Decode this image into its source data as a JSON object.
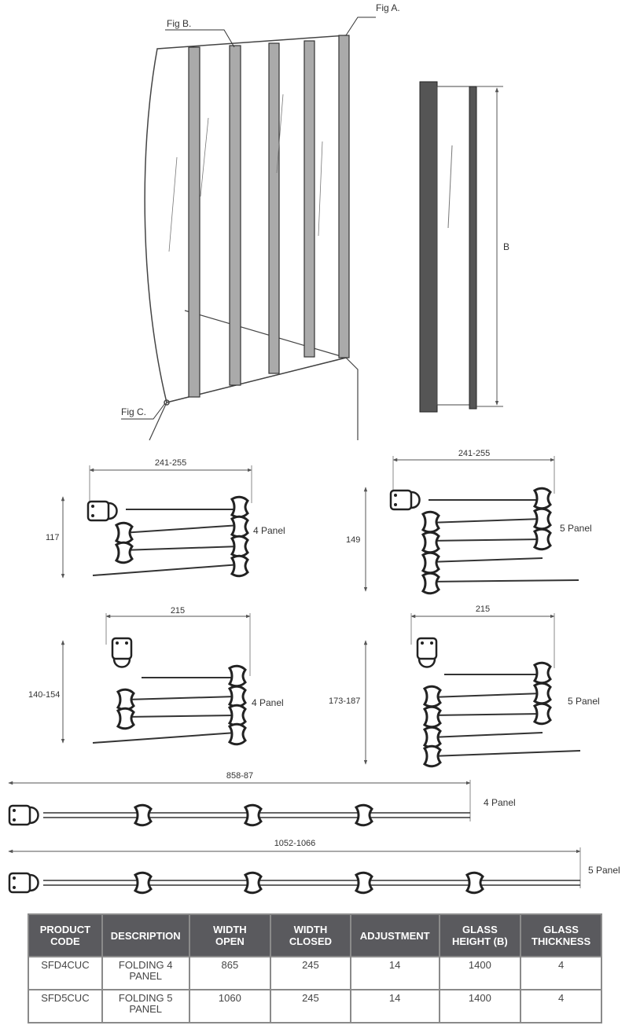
{
  "figure_labels": {
    "fig_a": "Fig A.",
    "fig_b": "Fig B.",
    "fig_c": "Fig C.",
    "height_b": "B"
  },
  "plan_views": [
    {
      "dimension_width": "241-255",
      "dimension_depth": "117",
      "panel_label": "4 Panel"
    },
    {
      "dimension_width": "241-255",
      "dimension_depth": "149",
      "panel_label": "5 Panel"
    },
    {
      "dimension_width": "215",
      "dimension_depth": "140-154",
      "panel_label": "4 Panel"
    },
    {
      "dimension_width": "215",
      "dimension_depth": "173-187",
      "panel_label": "5 Panel"
    }
  ],
  "open_views": [
    {
      "dimension": "858-87",
      "panel_label": "4 Panel"
    },
    {
      "dimension": "1052-1066",
      "panel_label": "5 Panel"
    }
  ],
  "table": {
    "headers": [
      [
        "PRODUCT",
        "CODE"
      ],
      [
        "DESCRIPTION",
        ""
      ],
      [
        "WIDTH",
        "OPEN"
      ],
      [
        "WIDTH",
        "CLOSED"
      ],
      [
        "ADJUSTMENT",
        ""
      ],
      [
        "GLASS",
        "HEIGHT (B)"
      ],
      [
        "GLASS",
        "THICKNESS"
      ]
    ],
    "rows": [
      {
        "code": "SFD4CUC",
        "description": [
          "FOLDING 4",
          "PANEL"
        ],
        "width_open": "865",
        "width_closed": "245",
        "adjustment": "14",
        "glass_height": "1400",
        "glass_thickness": "4"
      },
      {
        "code": "SFD5CUC",
        "description": [
          "FOLDING 5",
          "PANEL"
        ],
        "width_open": "1060",
        "width_closed": "245",
        "adjustment": "14",
        "glass_height": "1400",
        "glass_thickness": "4"
      }
    ]
  }
}
